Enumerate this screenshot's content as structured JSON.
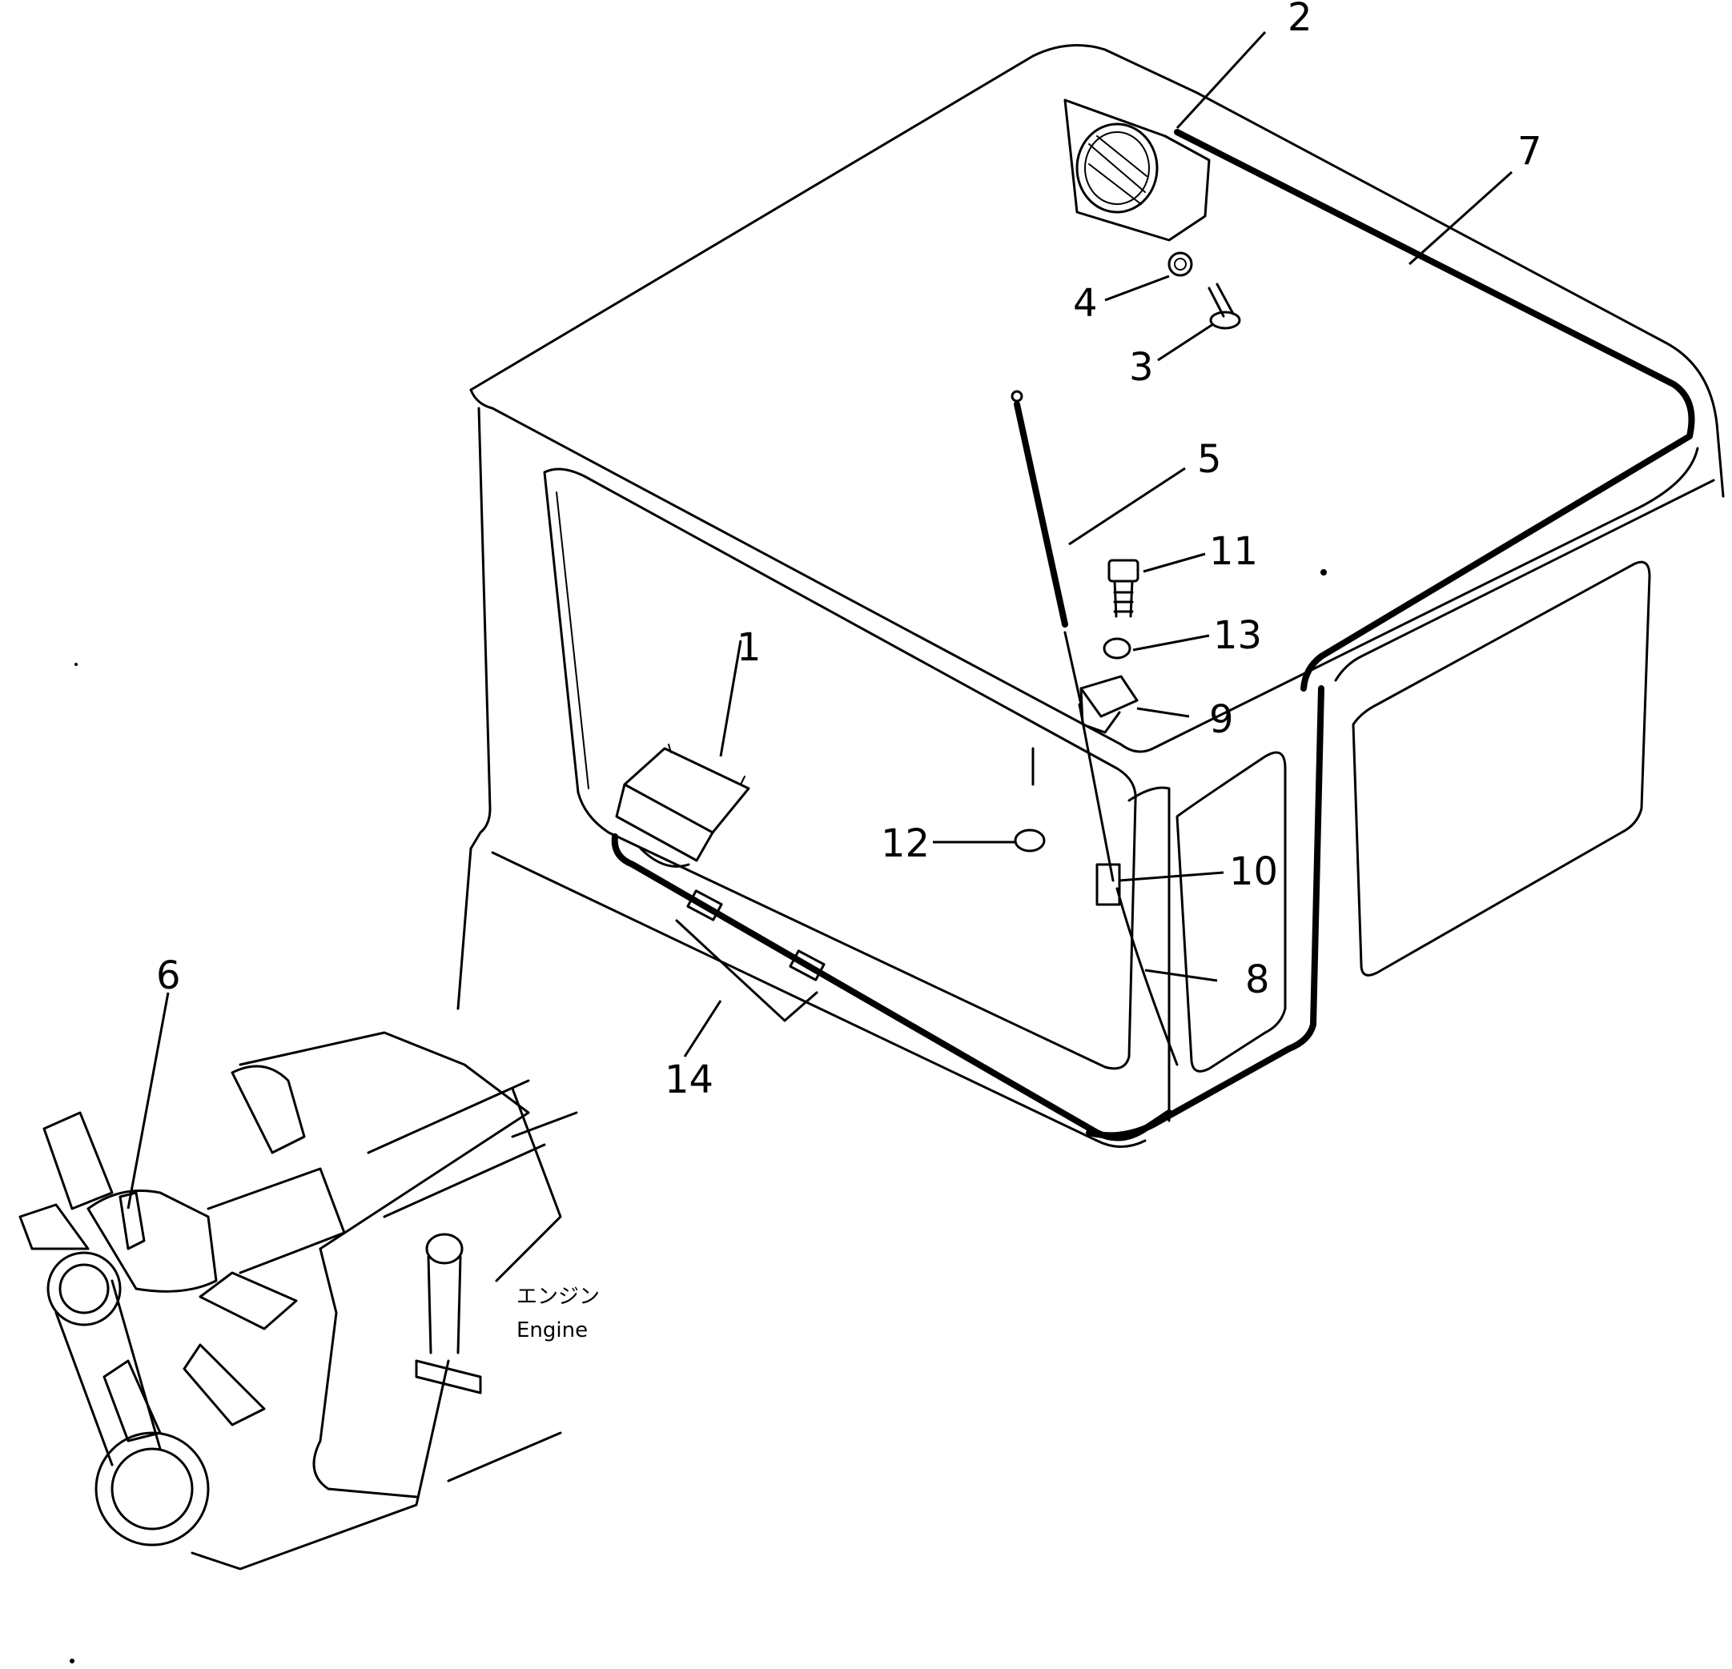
{
  "callouts": {
    "c1": "1",
    "c2": "2",
    "c3": "3",
    "c4": "4",
    "c5": "5",
    "c6": "6",
    "c7": "7",
    "c8": "8",
    "c9": "9",
    "c10": "10",
    "c11": "11",
    "c12": "12",
    "c13": "13",
    "c14": "14"
  },
  "engine_label": {
    "japanese": "エンジン",
    "english": "Engine"
  }
}
